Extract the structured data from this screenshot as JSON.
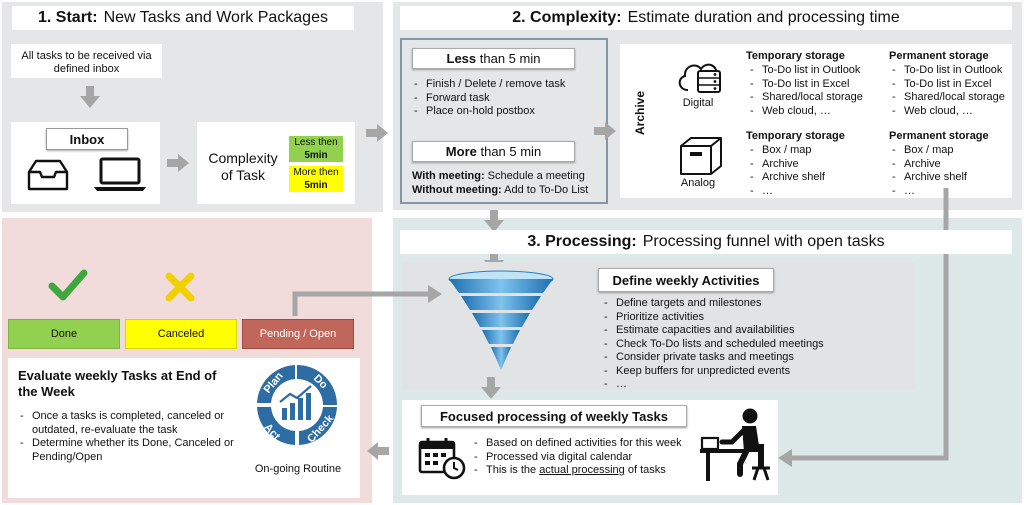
{
  "start": {
    "num": "1. Start:",
    "title": "New Tasks and Work Packages",
    "inbox_note": "All tasks to be received via defined inbox",
    "inbox_label": "Inbox",
    "complexity_label": "Complexity of Task",
    "less_badge": [
      "Less then",
      "5min"
    ],
    "more_badge": [
      "More then",
      "5min"
    ]
  },
  "complexity": {
    "num": "2. Complexity:",
    "title": "Estimate duration and processing time",
    "less": {
      "strong": "Less",
      "rest": " than 5 min",
      "items": [
        "Finish / Delete / remove task",
        "Forward task",
        "Place on-hold postbox"
      ]
    },
    "more": {
      "strong": "More",
      "rest": " than 5 min",
      "meet_bold": "With meeting:",
      "meet_text": " Schedule a meeting",
      "nomeet_bold": "Without meeting:",
      "nomeet_text": " Add to To-Do List"
    },
    "archive_label": "Archive",
    "digital_label": "Digital",
    "analog_label": "Analog",
    "temp_title": "Temporary storage",
    "perm_title": "Permanent storage",
    "digital_temp": [
      "To-Do list in Outlook",
      "To-Do list in Excel",
      "Shared/local storage",
      "Web cloud, …"
    ],
    "digital_perm": [
      "To-Do list in Outlook",
      "To-Do list in Excel",
      "Shared/local storage",
      "Web cloud, …"
    ],
    "analog_temp": [
      "Box / map",
      "Archive",
      "Archive shelf",
      "…"
    ],
    "analog_perm": [
      "Box / map",
      "Archive",
      "Archive shelf",
      "…"
    ]
  },
  "processing": {
    "num": "3. Processing:",
    "title": "Processing funnel with open tasks",
    "weekly_title": "Define weekly Activities",
    "weekly_items": [
      "Define targets and milestones",
      "Prioritize activities",
      "Estimate capacities and availabilities",
      "Check To-Do lists and scheduled meetings",
      "Consider private tasks and meetings",
      "Keep buffers for unpredicted events",
      "…"
    ],
    "focused_title": "Focused processing of weekly Tasks",
    "focused_items": [
      "Based on defined activities for this week",
      "Processed via digital calendar"
    ],
    "focused_last_pre": "This is the ",
    "focused_last_u": "actual processing",
    "focused_last_post": " of tasks"
  },
  "evaluate": {
    "status": {
      "done": "Done",
      "canceled": "Canceled",
      "pending": "Pending / Open"
    },
    "title": "Evaluate weekly Tasks at End of the Week",
    "items": [
      "Once a tasks is completed, canceled or outdated, re-evaluate the task",
      "Determine whether its Done, Canceled or Pending/Open"
    ],
    "pdca": {
      "plan": "Plan",
      "do": "Do",
      "check": "Check",
      "act": "Act"
    },
    "routine": "On-going Routine"
  },
  "colors": {
    "done": "#92d050",
    "canceled": "#ffff00",
    "pending": "#c0665a",
    "check": "#3ea83e",
    "cross": "#f2d000",
    "pdca": "#2e6da4",
    "arrow": "#a6a6a6"
  }
}
